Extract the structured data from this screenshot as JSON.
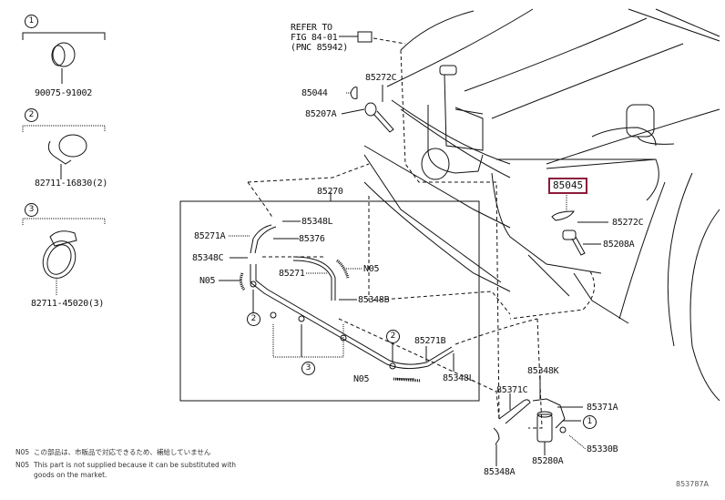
{
  "diagram": {
    "title": "Windshield / Headlamp Washer Parts Diagram",
    "figure_id": "853787A",
    "highlight_color": "#8b1a3a",
    "line_color": "#111111"
  },
  "legend_kits": [
    {
      "index": "1",
      "part_no": "90075-91002"
    },
    {
      "index": "2",
      "part_no": "82711-16830(2)"
    },
    {
      "index": "3",
      "part_no": "82711-45020(3)"
    }
  ],
  "reference_note": {
    "line1": "REFER TO",
    "line2": "FIG 84-01",
    "line3": "(PNC 85942)"
  },
  "group_label": "85270",
  "highlighted_part": "85045",
  "parts": {
    "p85272C_top": "85272C",
    "p85044": "85044",
    "p85207A": "85207A",
    "p85348L_top": "85348L",
    "p85271A": "85271A",
    "p85376": "85376",
    "p85348C": "85348C",
    "pN05_left": "N05",
    "p85271": "85271",
    "pN05_mid": "N05",
    "p85348B": "85348B",
    "p85271B": "85271B",
    "pN05_bottom": "N05",
    "p85348L_bottom": "85348L",
    "p85272C_right": "85272C",
    "p85208A": "85208A",
    "p85348K": "85348K",
    "p85371C": "85371C",
    "p85371A": "85371A",
    "p85330B": "85330B",
    "p85280A": "85280A",
    "p85348A": "85348A"
  },
  "callouts": {
    "c2_left": "2",
    "c3": "3",
    "c2_right": "2",
    "c1_pump": "1"
  },
  "footnotes": {
    "jp_code": "N05",
    "jp_text": "この部品は、市販品で対応できるため、補給していません",
    "en_code": "N05",
    "en_text_line1": "This part is not supplied because it can be substituted with",
    "en_text_line2": "goods on the market."
  }
}
